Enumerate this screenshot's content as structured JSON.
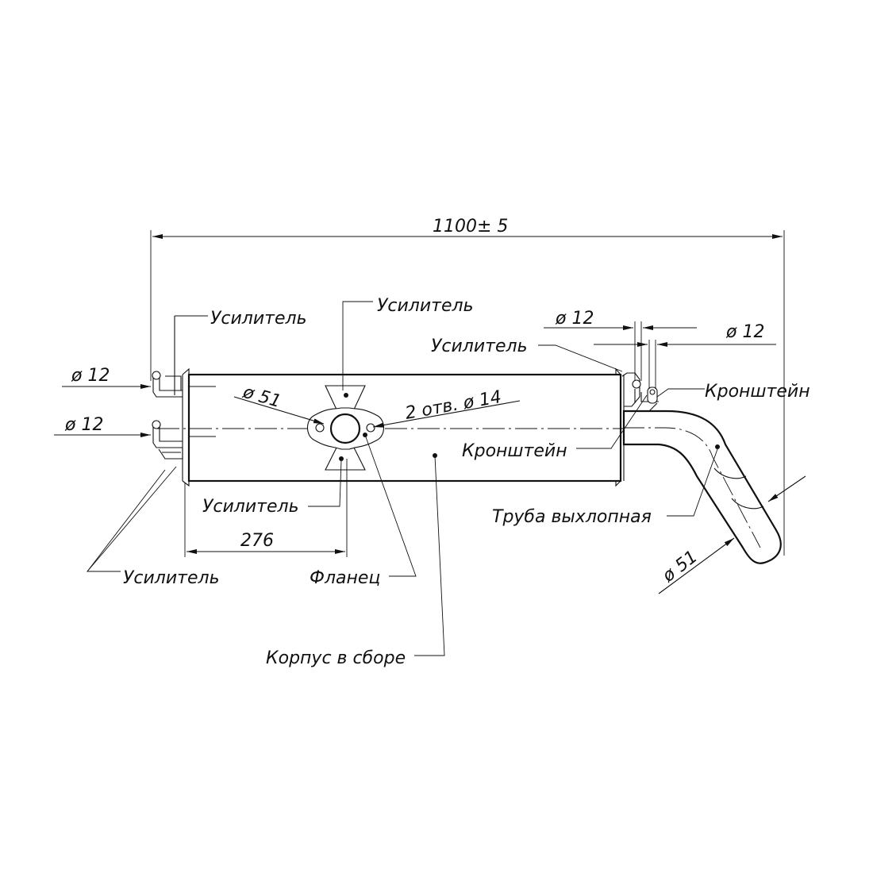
{
  "dimensions": {
    "overall_length": "1100± 5",
    "flange_offset": "276",
    "dia_left_top": "ø 12",
    "dia_left_bottom": "ø 12",
    "dia_right_a": "ø 12",
    "dia_right_b": "ø 12",
    "dia_pipe_inlet": "ø 51",
    "holes": "2 отв. ø 14",
    "dia_pipe_outlet": "ø 51"
  },
  "labels": {
    "reinforcer_top_left": "Усилитель",
    "reinforcer_top_mid": "Усилитель",
    "reinforcer_right": "Усилитель",
    "reinforcer_bottom_mid": "Усилитель",
    "reinforcer_bottom_left": "Усилитель",
    "bracket_right": "Кронштейн",
    "bracket_mid": "Кронштейн",
    "exhaust_pipe": "Труба выхлопная",
    "flange": "Фланец",
    "body_assembly": "Корпус в сборе"
  }
}
